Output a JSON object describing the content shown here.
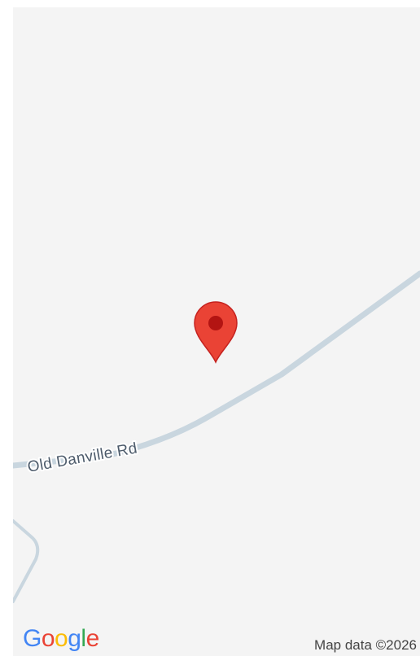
{
  "map": {
    "road_name": "Old Danville Rd",
    "attribution": "Map data ©2026",
    "marker_icon": "map-pin-icon",
    "colors": {
      "background": "#f4f4f4",
      "road": "#c9d6df",
      "road_label": "#4d5b6b",
      "marker": "#ea4335",
      "marker_dot": "#b31412"
    }
  },
  "logo": {
    "letters": [
      "G",
      "o",
      "o",
      "g",
      "l",
      "e"
    ],
    "colors": [
      "#4285f4",
      "#ea4335",
      "#fbbc05",
      "#4285f4",
      "#34a853",
      "#ea4335"
    ]
  }
}
